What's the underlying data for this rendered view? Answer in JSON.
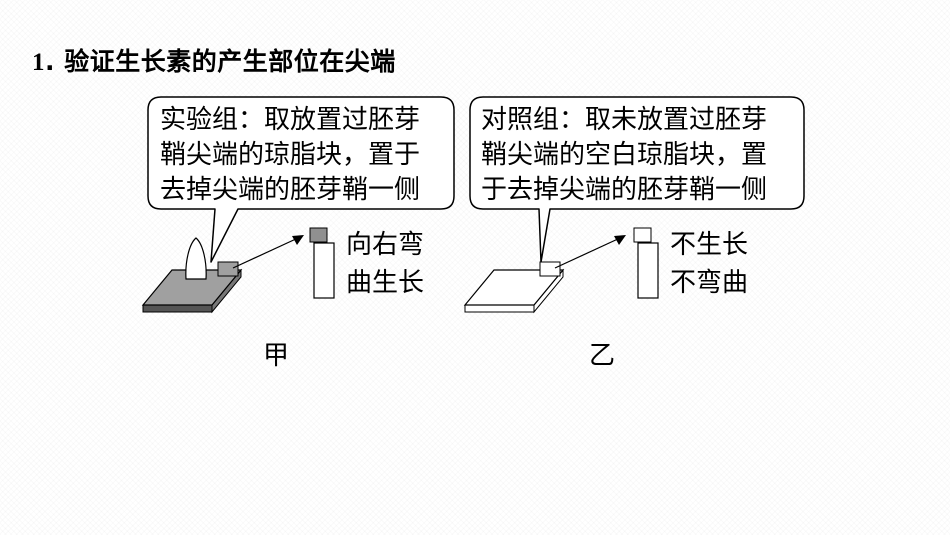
{
  "heading": {
    "number": "1",
    "text": ". 验证生长素的产生部位在尖端"
  },
  "experiment": {
    "caption": "甲",
    "description_lines": [
      "实验组：取放置过胚芽",
      "鞘尖端的琼脂块，置于",
      "去掉尖端的胚芽鞘一侧"
    ],
    "result_lines": [
      "向右弯",
      "曲生长"
    ],
    "block_color": "#a0a0a0"
  },
  "control": {
    "caption": "乙",
    "description_lines": [
      "对照组：取未放置过胚芽",
      "鞘尖端的空白琼脂块，置",
      "于去掉尖端的胚芽鞘一侧"
    ],
    "result_lines": [
      "不生长",
      "不弯曲"
    ],
    "block_color": "#ffffff"
  }
}
